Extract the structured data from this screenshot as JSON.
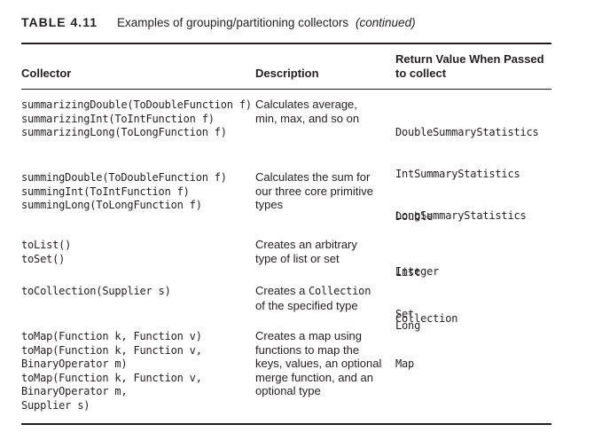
{
  "caption": {
    "number": "TABLE 4.11",
    "title": "Examples of grouping/partitioning collectors",
    "continued": "(continued)"
  },
  "headers": {
    "collector": "Collector",
    "description": "Description",
    "return_value_line1": "Return Value When Passed",
    "return_value_line2": "to collect"
  },
  "rows": [
    {
      "collector": "summarizingDouble(ToDoubleFunction f)\nsummarizingInt(ToIntFunction f)\nsummarizingLong(ToLongFunction f)",
      "description": "Calculates average,\nmin, max, and so on",
      "returns": [
        "DoubleSummaryStatistics",
        "IntSummaryStatistics",
        "LongSummaryStatistics"
      ]
    },
    {
      "collector": "summingDouble(ToDoubleFunction f)\nsummingInt(ToIntFunction f)\nsummingLong(ToLongFunction f)",
      "description": "Calculates the sum for\nour three core primitive\ntypes",
      "returns": [
        "Double",
        "Integer",
        "Long"
      ]
    },
    {
      "collector": "toList()\ntoSet()",
      "description": "Creates an arbitrary\ntype of list or set",
      "returns": [
        "List",
        "Set"
      ]
    },
    {
      "collector": "toCollection(Supplier s)",
      "description_prefix": "Creates a ",
      "description_code": "Collection",
      "description_suffix": "\nof the specified type",
      "returns": [
        "Collection"
      ]
    },
    {
      "collector": "toMap(Function k, Function v)\ntoMap(Function k, Function v,\nBinaryOperator m)\ntoMap(Function k, Function v,\nBinaryOperator m,\nSupplier s)",
      "description": "Creates a map using\nfunctions to map the\nkeys, values, an optional\nmerge function, and an\noptional type",
      "returns": [
        "Map"
      ]
    }
  ]
}
